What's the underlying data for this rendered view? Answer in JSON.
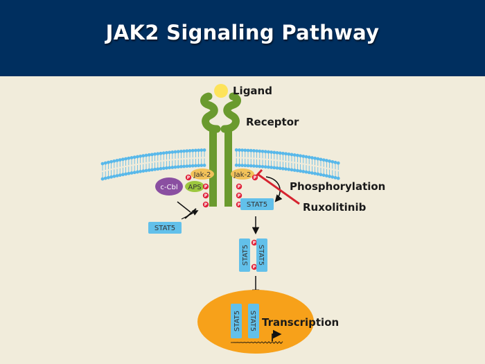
{
  "title": "JAK2 Signaling Pathway",
  "labels": {
    "ligand": "Ligand",
    "receptor": "Receptor",
    "phosphorylation": "Phosphorylation",
    "ruxolitinib": "Ruxolitinib",
    "transcription": "Transcription"
  },
  "proteins": {
    "jak2": "Jak-2",
    "aps": "APS",
    "ccbl": "c-Cbl",
    "stat5": "STAT5",
    "phospho": "P"
  },
  "colors": {
    "header": "#002f5f",
    "background": "#f1ecdb",
    "receptor": "#6a9a2e",
    "membrane": "#58b8ea",
    "ligand": "#fde35a",
    "jak2": "#f2c25a",
    "aps": "#9cc73e",
    "ccbl": "#8a4fa1",
    "stat5": "#62c0ea",
    "phospho": "#e0223a",
    "nucleus": "#f7a11a",
    "inhibitor": "#d6232f"
  }
}
